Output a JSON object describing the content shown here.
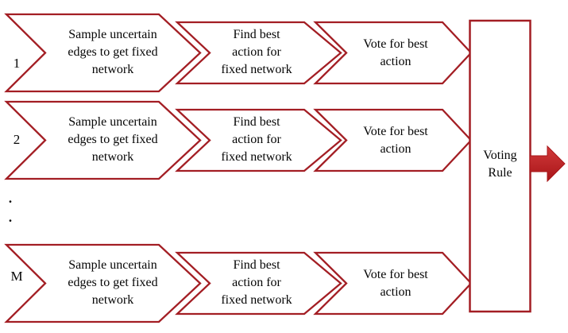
{
  "diagram": {
    "title_implicit": "Sampling and voting ensemble process",
    "colors": {
      "border": "#A31E24",
      "arrow_fill": "#C1272D",
      "arrow_fill_light": "#D23B3B",
      "arrow_fill_dark": "#A81418",
      "shape_fill": "#FFFFFF",
      "text": "#050505",
      "background": "#FFFFFF"
    },
    "rows": [
      {
        "id": "1",
        "steps": [
          {
            "name": "sample",
            "lines": [
              "Sample uncertain",
              "edges to get fixed",
              "network"
            ]
          },
          {
            "name": "find",
            "lines": [
              "Find best",
              "action for",
              "fixed network"
            ]
          },
          {
            "name": "vote",
            "lines": [
              "Vote for best",
              "action"
            ]
          }
        ]
      },
      {
        "id": "2",
        "steps": [
          {
            "name": "sample",
            "lines": [
              "Sample uncertain",
              "edges to get fixed",
              "network"
            ]
          },
          {
            "name": "find",
            "lines": [
              "Find best",
              "action for",
              "fixed network"
            ]
          },
          {
            "name": "vote",
            "lines": [
              "Vote for best",
              "action"
            ]
          }
        ]
      },
      {
        "id": "M",
        "steps": [
          {
            "name": "sample",
            "lines": [
              "Sample uncertain",
              "edges to get fixed",
              "network"
            ]
          },
          {
            "name": "find",
            "lines": [
              "Find best",
              "action for",
              "fixed network"
            ]
          },
          {
            "name": "vote",
            "lines": [
              "Vote for best",
              "action"
            ]
          }
        ]
      }
    ],
    "ellipsis": [
      ".",
      "."
    ],
    "voting_rule": {
      "lines": [
        "Voting",
        "Rule"
      ]
    }
  }
}
